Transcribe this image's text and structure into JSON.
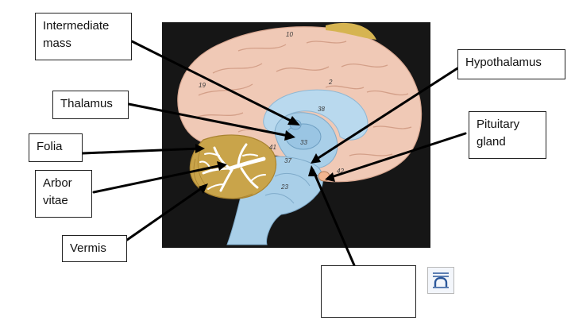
{
  "labels": {
    "intermediate_mass": "Intermediate mass",
    "thalamus": "Thalamus",
    "folia": "Folia",
    "arbor_vitae": "Arbor vitae",
    "vermis": "Vermis",
    "hypothalamus": "Hypothalamus",
    "pituitary_gland": "Pituitary gland",
    "blank": ""
  },
  "model_numbers": {
    "n10": "10",
    "n19": "19",
    "n38": "38",
    "n33": "33",
    "n41": "41",
    "n37": "37",
    "n23": "23",
    "n2": "2",
    "n42": "42"
  },
  "icons": {
    "layout_options": "layout-options-icon"
  },
  "colors": {
    "cortex": "#f0c9b6",
    "ventricle": "#a9cfe8",
    "cerebellum": "#c9a44a",
    "background_photo": "#161616",
    "line": "#000000"
  }
}
